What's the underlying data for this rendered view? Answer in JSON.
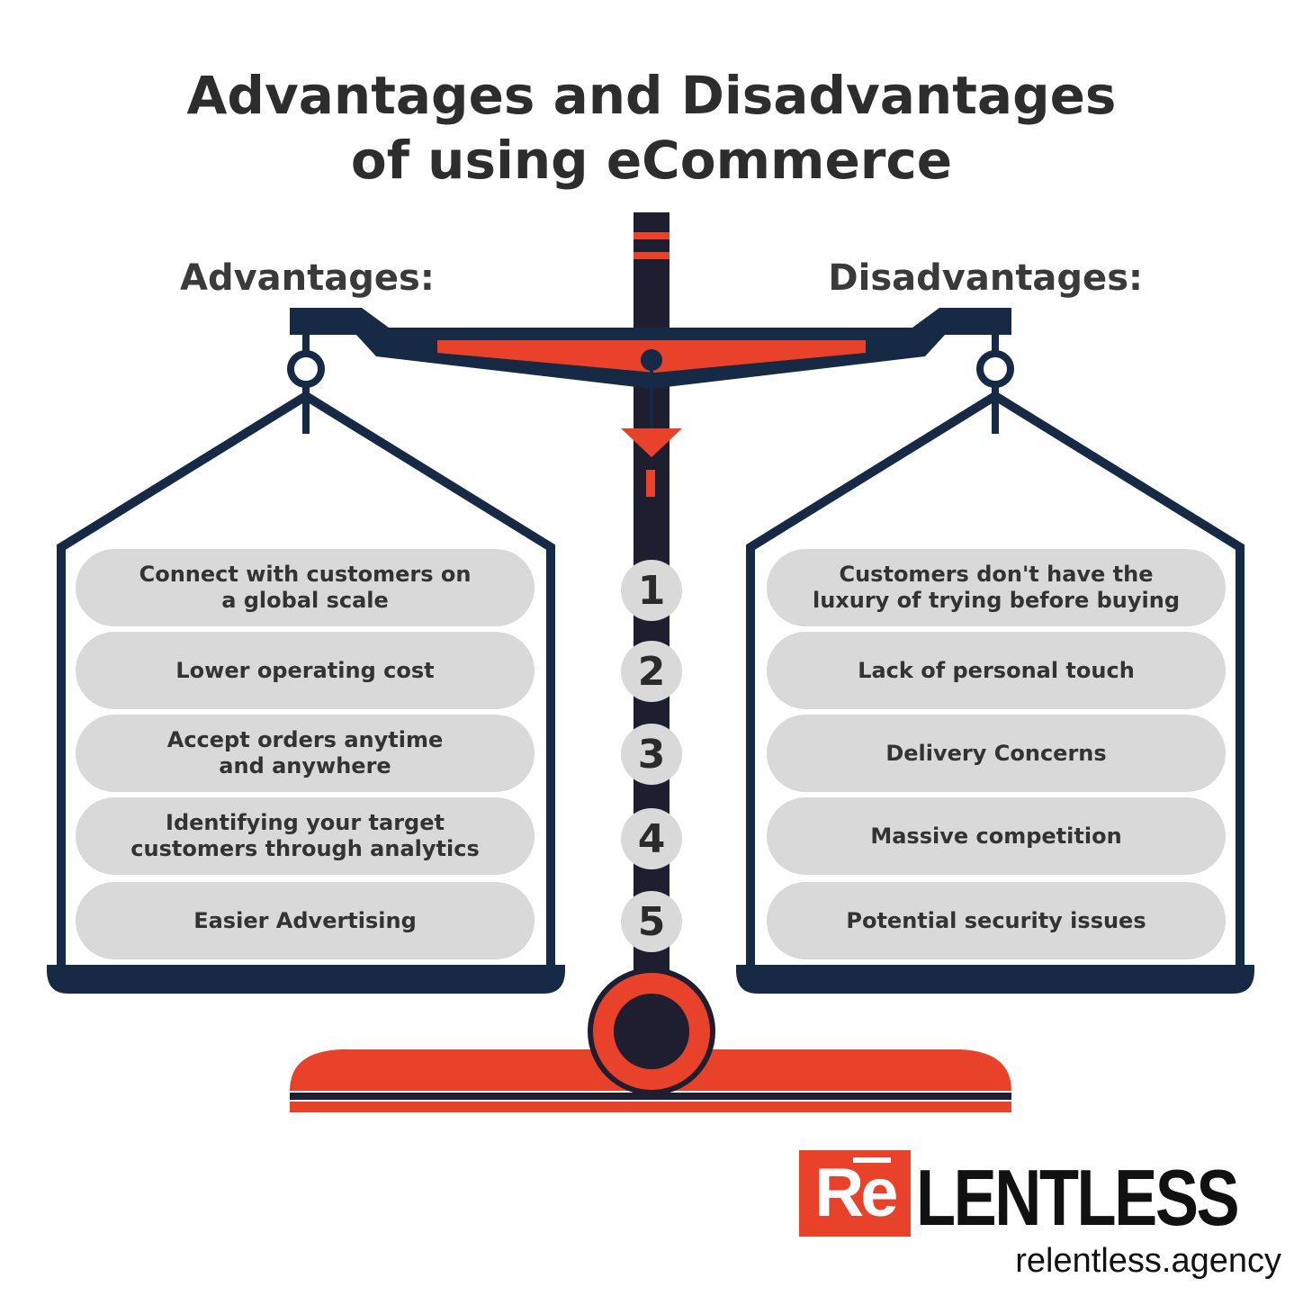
{
  "title": {
    "line1": "Advantages and Disadvantages",
    "line2": "of using eCommerce"
  },
  "advantages": {
    "heading": "Advantages:",
    "items": [
      "Connect with customers on\na global scale",
      "Lower operating cost",
      "Accept orders anytime\nand anywhere",
      "Identifying your target\ncustomers through analytics",
      "Easier Advertising"
    ]
  },
  "disadvantages": {
    "heading": "Disadvantages:",
    "items": [
      "Customers don't have the\nluxury of trying before buying",
      "Lack of personal touch",
      "Delivery Concerns",
      "Massive competition",
      "Potential security issues"
    ]
  },
  "numbers": [
    "1",
    "2",
    "3",
    "4",
    "5"
  ],
  "brand": {
    "mark": "Re",
    "wordmark": "LENTLESS",
    "url": "relentless.agency"
  },
  "colors": {
    "navy": "#162a45",
    "dark": "#1e1e30",
    "accent": "#e8432a",
    "pill": "#d9d9d9",
    "text": "#2d2d2d"
  }
}
